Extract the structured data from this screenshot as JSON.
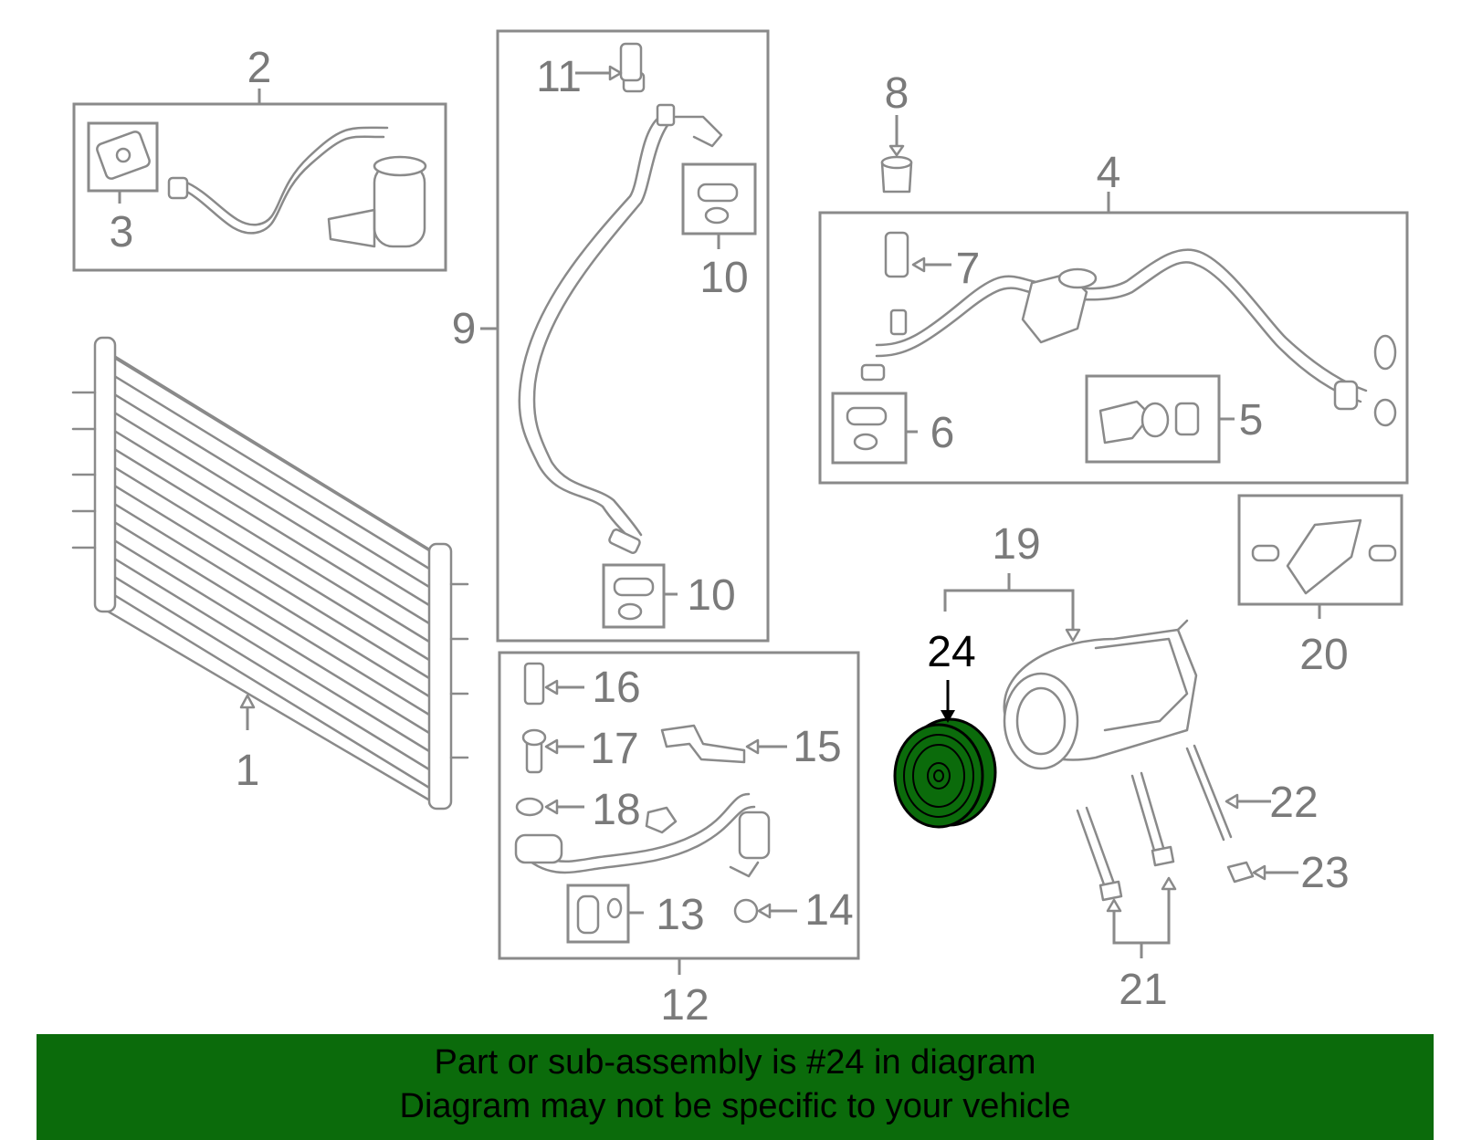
{
  "callouts": [
    {
      "id": "1",
      "label": "1"
    },
    {
      "id": "2",
      "label": "2"
    },
    {
      "id": "3",
      "label": "3"
    },
    {
      "id": "4",
      "label": "4"
    },
    {
      "id": "5",
      "label": "5"
    },
    {
      "id": "6",
      "label": "6"
    },
    {
      "id": "7",
      "label": "7"
    },
    {
      "id": "8",
      "label": "8"
    },
    {
      "id": "9",
      "label": "9"
    },
    {
      "id": "10a",
      "label": "10"
    },
    {
      "id": "10b",
      "label": "10"
    },
    {
      "id": "11",
      "label": "11"
    },
    {
      "id": "12",
      "label": "12"
    },
    {
      "id": "13",
      "label": "13"
    },
    {
      "id": "14",
      "label": "14"
    },
    {
      "id": "15",
      "label": "15"
    },
    {
      "id": "16",
      "label": "16"
    },
    {
      "id": "17",
      "label": "17"
    },
    {
      "id": "18",
      "label": "18"
    },
    {
      "id": "19",
      "label": "19"
    },
    {
      "id": "20",
      "label": "20"
    },
    {
      "id": "21",
      "label": "21"
    },
    {
      "id": "22",
      "label": "22"
    },
    {
      "id": "23",
      "label": "23"
    },
    {
      "id": "24",
      "label": "24"
    }
  ],
  "highlight": {
    "part": "24",
    "fill_color": "#0b6b0b"
  },
  "footer": {
    "line1": "Part or sub-assembly is #24 in diagram",
    "line2": "Diagram may not be specific to your vehicle",
    "background_color": "#0b6b0b"
  }
}
